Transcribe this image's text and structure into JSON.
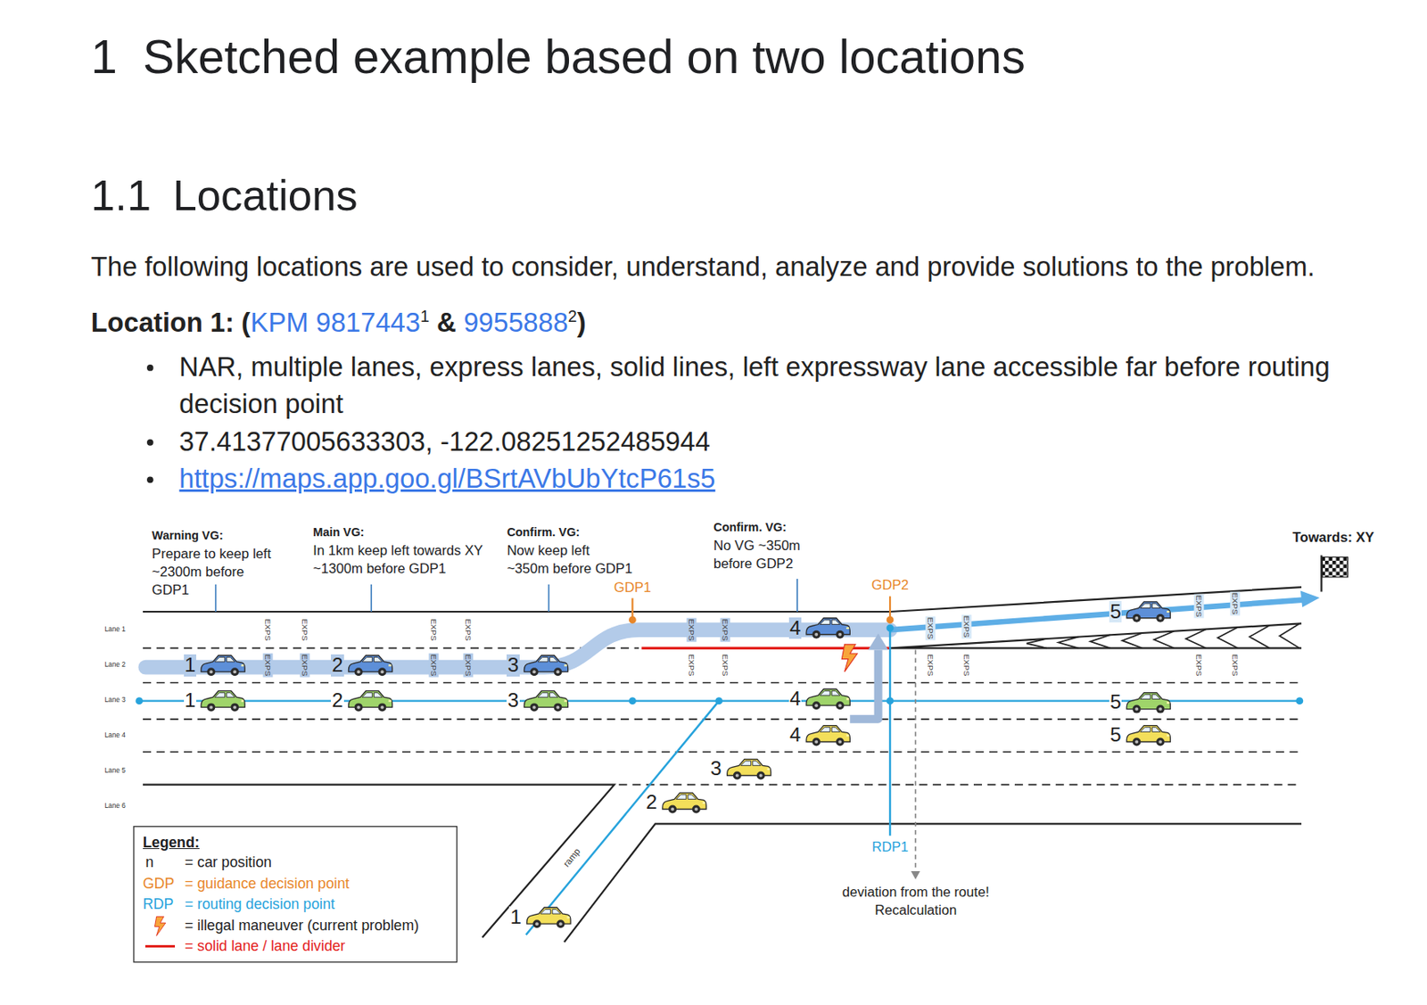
{
  "diagram": {
    "title": "Sketched example based on two locations",
    "labels": [
      "1",
      "1.1",
      "Locations",
      "The following locations are used to consider, understand, analyze and provide solutions to the problem.",
      "Location 1: (",
      "KPM 9817443",
      "1",
      "&",
      "9955888",
      "2",
      ")",
      "NAR, multiple lanes, express lanes, solid lines, left expressway lane accessible far before routing decision point",
      "37.41377005633303, -122.08251252485944",
      "https://maps.app.goo.gl/BSrtAVbUbYtcP61s5",
      "Warning VG:",
      "Prepare to keep left ~2300m before GDP1",
      "Main VG:",
      "In 1km keep left towards XY ~1300m before GDP1",
      "Confirm. VG:",
      "Now keep left ~350m before GDP1",
      "Confirm. VG:",
      "No VG ~350m before GDP2",
      "GDP1",
      "GDP2",
      "Towards: XY",
      "Lane 1",
      "Lane 2",
      "Lane 3",
      "Lane 4",
      "Lane 5",
      "Lane 6",
      "EXPS",
      "EXPS",
      "EXPS",
      "EXPS",
      "EXPS",
      "EXPS",
      "EXPS",
      "EXPS",
      "EXPS",
      "EXPS",
      "EXPS",
      "EXPS",
      "EXPS",
      "EXPS",
      "EXPS",
      "EXPS",
      "EXPS",
      "EXPS",
      "EXPS",
      "EXPS",
      "1",
      "2",
      "3",
      "4",
      "5",
      "1",
      "2",
      "3",
      "4",
      "5",
      "1",
      "2",
      "3",
      "4",
      "5",
      "ramp",
      "RDP1",
      "deviation from the route! Recalculation",
      "Legend:",
      "n",
      "GDP",
      "RDP"
    ],
    "legend": [
      {
        "text": "= car position"
      },
      {
        "text": "= guidance decision point",
        "color": "#e8872a"
      },
      {
        "text": "= routing decision point",
        "color": "#27a3dc"
      },
      {
        "text": "= illegal maneuver (current problem)"
      },
      {
        "text": "= solid lane / lane divider",
        "color": "#e3201b"
      }
    ]
  }
}
